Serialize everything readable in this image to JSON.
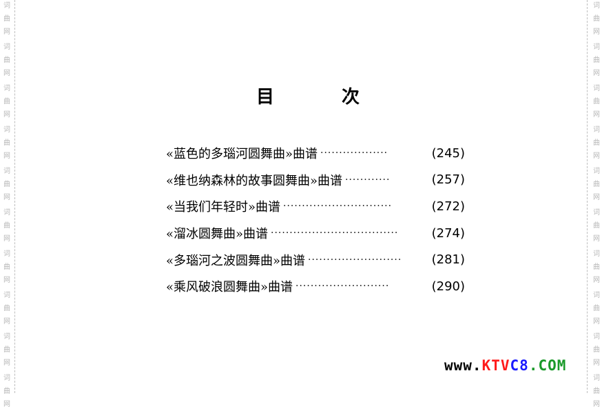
{
  "watermark": {
    "chars": [
      "词",
      "曲",
      "网"
    ],
    "color": "#b8b8b8"
  },
  "heading": {
    "left": "目",
    "right": "次"
  },
  "toc": [
    {
      "title": "«蓝色的多瑙河圆舞曲»曲谱",
      "leader": "··················",
      "page": "(245)"
    },
    {
      "title": "«维也纳森林的故事圆舞曲»曲谱",
      "leader": " ············",
      "page": "(257)"
    },
    {
      "title": "«当我们年轻时»曲谱",
      "leader": "  ·····························",
      "page": "(272)"
    },
    {
      "title": "«溜冰圆舞曲»曲谱",
      "leader": "  ··································",
      "page": "(274)"
    },
    {
      "title": "«多瑙河之波圆舞曲»曲谱",
      "leader": "·························",
      "page": "(281)"
    },
    {
      "title": "«乘风破浪圆舞曲»曲谱",
      "leader": "   ·························",
      "page": "(290)"
    }
  ],
  "logo": {
    "parts": [
      {
        "text": "www.",
        "color": "#000000"
      },
      {
        "text": "KTV",
        "color": "#ff1a1a"
      },
      {
        "text": "C8",
        "color": "#1a1aff"
      },
      {
        "text": ".COM",
        "color": "#1a9a2a"
      }
    ]
  }
}
